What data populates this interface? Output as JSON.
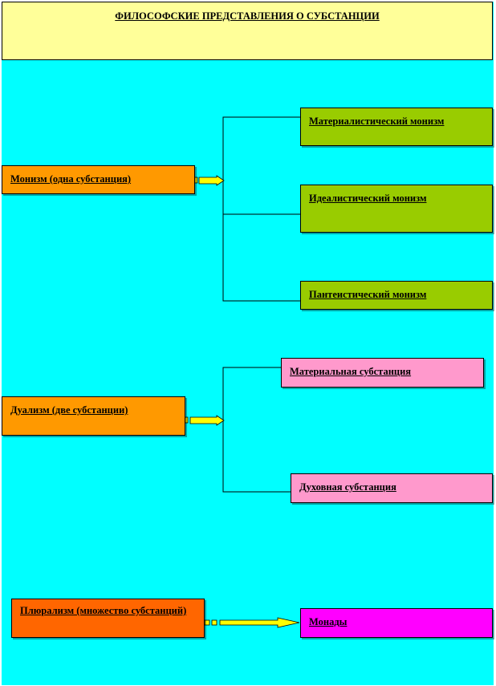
{
  "title": "ФИЛОСОФСКИЕ ПРЕДСТАВЛЕНИЯ  О СУБСТАНЦИИ",
  "monism": {
    "label": "Монизм (одна субстанция)",
    "branches": [
      "Материалистический монизм",
      "Идеалистический монизм",
      "Пантеистический монизм"
    ]
  },
  "dualism": {
    "label": "Дуализм (две субстанции)",
    "branches": [
      "Материальная субстанция",
      "Духовная  субстанция"
    ]
  },
  "pluralism": {
    "label": "Плюрализм (множество субстанций)",
    "branches": [
      "Монады"
    ]
  },
  "colors": {
    "background": "#00ffff",
    "title": "#ffff99",
    "category": "#ff9900",
    "pluralism": "#ff6600",
    "monism_branch": "#99cc00",
    "dualism_branch": "#ff99cc",
    "monads": "#ff00ff",
    "arrow": "#ffff00"
  }
}
